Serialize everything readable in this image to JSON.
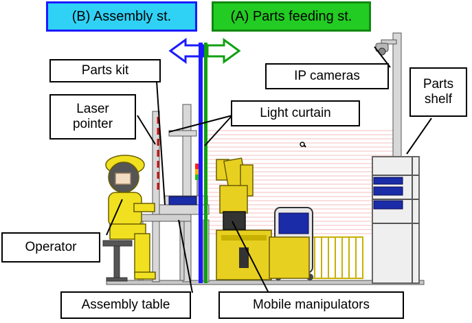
{
  "stations": {
    "assembly": "(B) Assembly st.",
    "parts_feeding": "(A) Parts feeding st."
  },
  "labels": {
    "parts_kit": "Parts kit",
    "laser_pointer_line1": "Laser",
    "laser_pointer_line2": "pointer",
    "ip_cameras": "IP cameras",
    "light_curtain": "Light curtain",
    "parts_shelf_line1": "Parts",
    "parts_shelf_line2": "shelf",
    "operator": "Operator",
    "assembly_table": "Assembly table",
    "mobile_manipulators": "Mobile manipulators"
  },
  "colors": {
    "assembly_station": "#2fd2f5",
    "parts_feeding_station": "#22cc22",
    "boundary_blue": "#1a1aff",
    "boundary_green": "#10a010",
    "robot_yellow": "#e8d020",
    "light_curtain_beam": "#f0a8a8"
  }
}
